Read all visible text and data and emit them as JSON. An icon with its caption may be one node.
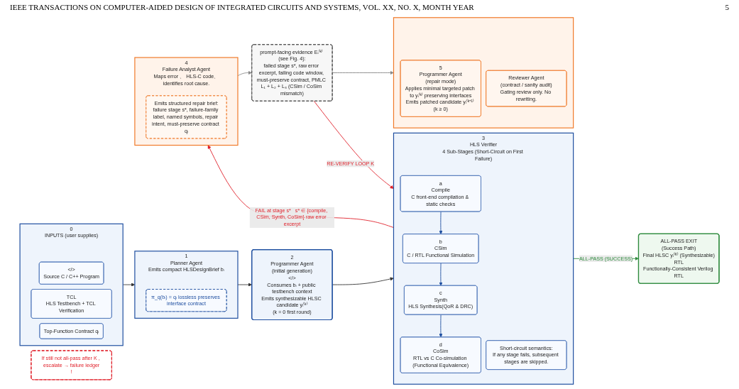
{
  "diagram": {
    "nodes": [
      {
        "text": [
          "0",
          "INPUTS (user supplies)"
        ]
      },
      {
        "text": [
          "</>",
          "Source C / C++ Program"
        ],
        "in": 0
      },
      {
        "text": [
          "TCL",
          "HLS Testbench + TCL Verification"
        ],
        "in": 0
      },
      {
        "text": [
          "Top-Function Contract qᵢ"
        ],
        "in": 0
      },
      {
        "text": [
          "1",
          "Planner Agent",
          "Emits compact HLSDesignBrief bᵢ"
        ]
      },
      {
        "text": [
          "π_q(bᵢ) = qᵢ lossless preserves interface contract"
        ],
        "in": 4
      },
      {
        "text": [
          "2",
          "Programmer Agent",
          "(initial generation)",
          "</>",
          "Consumes bᵢ + public testbench context",
          "Emits synthesizable HLSC candidate yᵢ⁽ᵏ⁾",
          "(k = 0 first round)"
        ]
      },
      {
        "text": [
          "3",
          "HLS Verifier",
          "4 Sub-Stages (Short-Circuit on First Failure)"
        ]
      },
      {
        "text": [
          "a",
          "Compile",
          "C front-end compilation & static checks"
        ],
        "in": 7
      },
      {
        "text": [
          "b",
          "CSim",
          "C / RTL Functional Simulation"
        ],
        "in": 7
      },
      {
        "text": [
          "c",
          "Synth",
          "HLS Synthesis(QoR & DRC)"
        ],
        "in": 7
      },
      {
        "text": [
          "d",
          "CoSim",
          "RTL vs C Co-simulation (Functional Equivalence)"
        ],
        "in": 7
      },
      {
        "text": [
          "Short-circuit semantics:",
          "If any stage fails, subsequent stages are skipped."
        ],
        "in": 7
      },
      {
        "text": [
          "4",
          "Failure Analyst Agent",
          "Maps error 、 HLS-C code、identifies root cause."
        ]
      },
      {
        "text": [
          "Emits structured repair brief:",
          "failure stage s*, failure-family label, named symbols, repair intent, must-preserve contract qᵢ"
        ],
        "in": 13
      },
      {
        "text": [
          "prompt-facing evidence Eᵢ⁽ᵏ⁾ (see Fig. 4):",
          "failed stage s*, raw error excerpt, failing code window, must-preserve contract, PMLC L₁ + L₂ + L₃ (CSim / CoSim mismatch)"
        ]
      },
      {
        "text": [],
        "shape": "box"
      },
      {
        "text": [
          "5",
          "Programmer Agent",
          "(repair mode)",
          "Applies minimal targeted patch to yᵢ⁽ᵏ⁾ preserving interfaces",
          "Emits patched candidate yᵢ⁽ᵏ⁺¹⁾ (k ≥ 0)"
        ],
        "in": 16
      },
      {
        "text": [
          "Reviewer Agent",
          "(contract / sanity audit)",
          "Gating review only. No rewriting."
        ],
        "in": 16
      },
      {
        "text": [
          "ALL-PASS EXIT",
          "(Success Path)",
          "Final HLSC yᵢ⁽ᴷ⁾ (Synthesizable)",
          "RTL",
          "Functionally-Consistent Verilog RTL"
        ]
      },
      {
        "text": [
          "If still not all-pass after K , escalate → failure ledger",
          "!"
        ]
      }
    ],
    "edges": [
      {
        "from": 0,
        "to": 4,
        "arrow": "to",
        "color": "#333333"
      },
      {
        "from": 4,
        "to": 6,
        "arrow": "to",
        "color": "#333333"
      },
      {
        "from": 6,
        "to": 7,
        "arrow": "to",
        "color": "#333333"
      },
      {
        "from": 8,
        "to": 9,
        "arrow": "to",
        "color": "#1f4fa0"
      },
      {
        "from": 9,
        "to": 10,
        "arrow": "to",
        "color": "#1f4fa0"
      },
      {
        "from": 10,
        "to": 11,
        "arrow": "to",
        "color": "#1f4fa0"
      },
      {
        "from": 7,
        "to": 13,
        "arrow": "to",
        "label": "FAIL at stage s*   s* ∈ {compile, CSim, Synth, CoSim} raw error excerpt",
        "color": "#e0202a"
      },
      {
        "from": 13,
        "to": 15,
        "arrow": "to",
        "color": "#888888"
      },
      {
        "from": 15,
        "to": 16,
        "arrow": "to",
        "color": "#888888"
      },
      {
        "from": 7,
        "to": 19,
        "arrow": "to",
        "label": "ALL-PASS (SUCCESS)",
        "color": "#2e8b3e"
      },
      {
        "from": 15,
        "to": 7,
        "arrow": "to",
        "label": "RE-VERIFY LOOP  K",
        "color": "#e0202a"
      }
    ],
    "labels": [
      "IEEE TRANSACTIONS ON COMPUTER-AIDED DESIGN OF INTEGRATED CIRCUITS AND SYSTEMS, VOL. XX, NO. X, MONTH YEAR",
      "5"
    ]
  }
}
